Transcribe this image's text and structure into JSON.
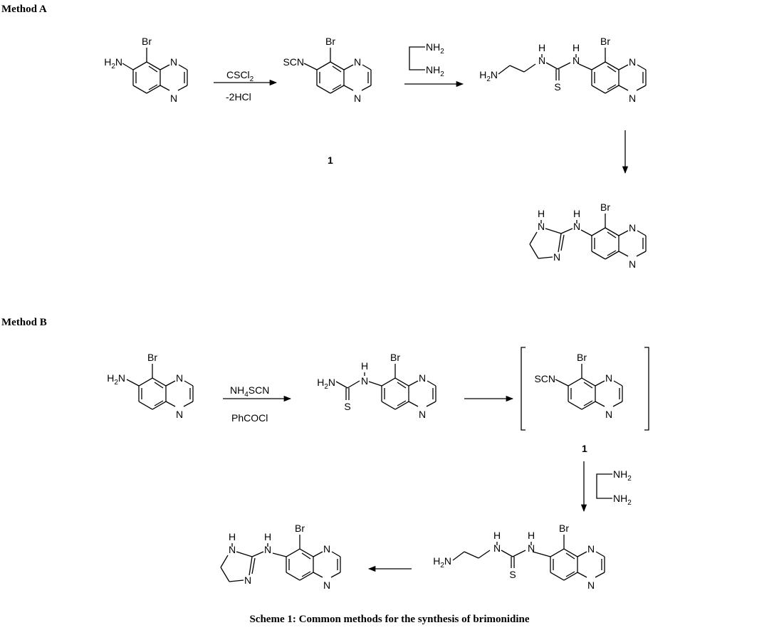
{
  "headings": {
    "method_a": "Method A",
    "method_b": "Method B"
  },
  "caption": "Scheme 1: Common methods for the synthesis of brimonidine",
  "atoms": {
    "br": "Br",
    "n": "N",
    "h": "H",
    "s": "S",
    "scn": "SCN",
    "h2n": "H2N",
    "h2n_sub": "2",
    "nh2_n": "NH",
    "nh2_sub": "2"
  },
  "compound_number": "1",
  "reagents": {
    "a_step1_top": "CSCl",
    "a_step1_top_sub": "2",
    "a_step1_bottom": "-2HCl",
    "b_step1_top_a": "NH",
    "b_step1_top_sub": "4",
    "b_step1_top_b": "SCN",
    "b_step1_bottom": "PhCOCl"
  }
}
